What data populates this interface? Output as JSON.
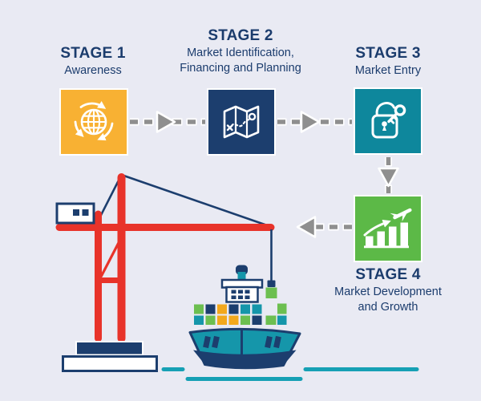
{
  "diagram_title": "Export stages process diagram",
  "palette": {
    "background": "#e9eaf3",
    "navy": "#1c3e6e",
    "text_navy": "#1b3c6d",
    "stage1_yellow": "#f8b133",
    "stage2_navy": "#1c3e6e",
    "stage3_teal": "#0e879c",
    "stage4_green": "#5cb947",
    "crane_red": "#e8332a",
    "ship_teal": "#1596aa",
    "water_teal": "#16a0b4",
    "container_green": "#6cbf50",
    "container_yellow": "#f3a81c",
    "arrow_gray": "#8f8f8f",
    "white": "#ffffff"
  },
  "stages": [
    {
      "title": "STAGE 1",
      "subtitle": "Awareness",
      "box_color": "#f8b133",
      "icon": "globe-cycle-icon"
    },
    {
      "title": "STAGE 2",
      "subtitle": "Market Identification,\nFinancing and Planning",
      "box_color": "#1c3e6e",
      "icon": "folded-map-route-icon"
    },
    {
      "title": "STAGE 3",
      "subtitle": "Market Entry",
      "box_color": "#0e879c",
      "icon": "padlock-key-icon"
    },
    {
      "title": "STAGE 4",
      "subtitle": "Market Development\nand Growth",
      "box_color": "#5cb947",
      "icon": "growth-chart-airplane-icon"
    }
  ],
  "arrows": [
    {
      "from": "stage1",
      "to": "stage2",
      "direction": "right",
      "style": "gray-dashed"
    },
    {
      "from": "stage2",
      "to": "stage3",
      "direction": "right",
      "style": "gray-dashed"
    },
    {
      "from": "stage3",
      "to": "stage4",
      "direction": "down",
      "style": "gray-dashed"
    },
    {
      "from": "stage4",
      "to": "port-illustration",
      "direction": "left",
      "style": "gray-dashed"
    }
  ],
  "illustration": {
    "elements": [
      "port-crane",
      "crane-hanging-container",
      "cargo-ship",
      "water-lines"
    ],
    "hanging_container_color": "#6cbf50",
    "containers": {
      "row1": [
        "#6cbf50",
        "#1c3e6e",
        "#f3a81c",
        "#1c3e6e",
        "#1596aa",
        "#1596aa",
        "#6cbf50"
      ],
      "row2": [
        "#1596aa",
        "#6cbf50",
        "#f3a81c",
        "#f3a81c",
        "#6cbf50",
        "#1c3e6e",
        "#6cbf50",
        "#1596aa"
      ]
    }
  }
}
